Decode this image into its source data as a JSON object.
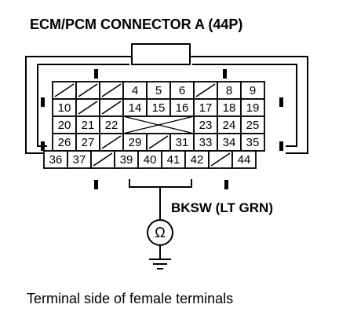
{
  "title": "ECM/PCM CONNECTOR A (44P)",
  "wire_label": "BKSW (LT GRN)",
  "caption": "Terminal side of female terminals",
  "meter_symbol": "Ω",
  "connector": {
    "rows": [
      [
        "",
        "",
        "",
        "4",
        "5",
        "6",
        "",
        "8",
        "9"
      ],
      [
        "10",
        "",
        "",
        "14",
        "15",
        "16",
        "17",
        "18",
        "19"
      ],
      [
        "20",
        "21",
        "22",
        "",
        "",
        "",
        "23",
        "24",
        "25"
      ],
      [
        "26",
        "27",
        "",
        "29",
        "",
        "31",
        "33",
        "34",
        "35"
      ],
      [
        "36",
        "37",
        "",
        "39",
        "40",
        "41",
        "42",
        "",
        "44"
      ]
    ],
    "probe_terminal": "40"
  }
}
